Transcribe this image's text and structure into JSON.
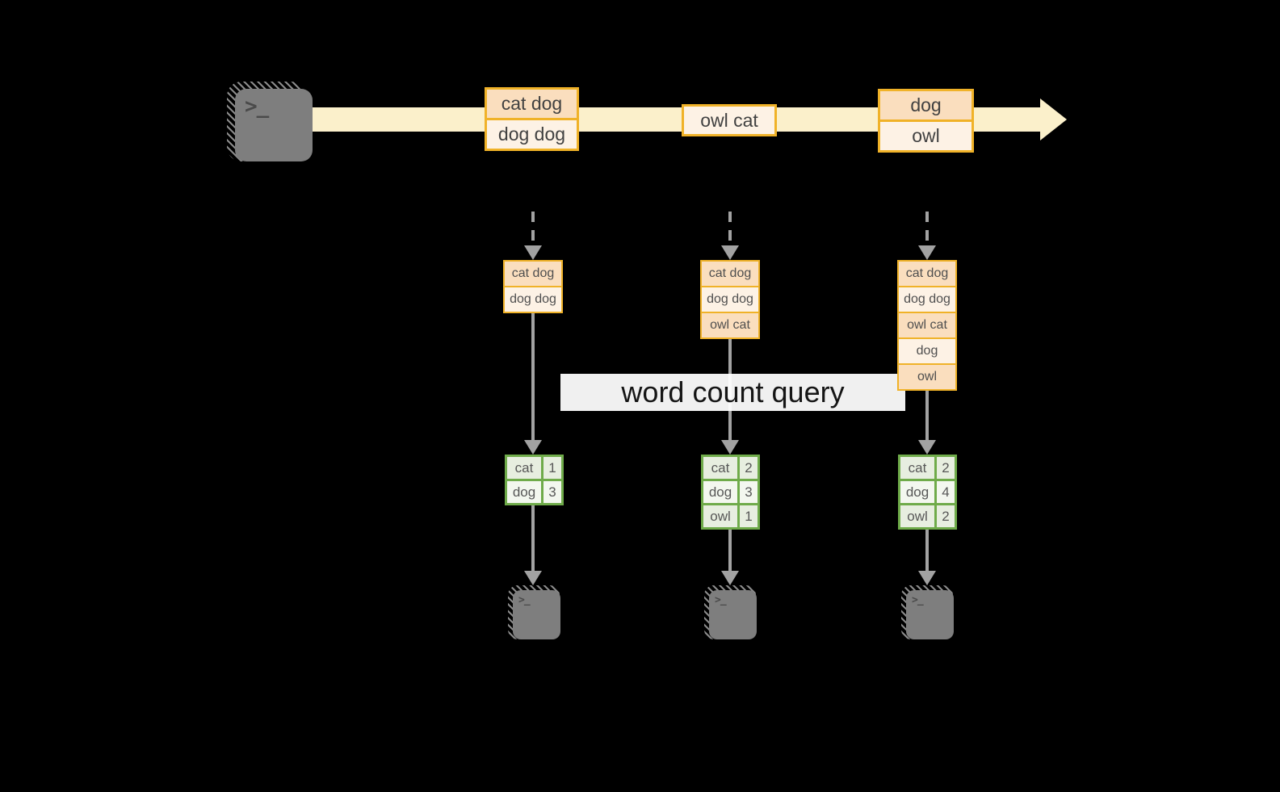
{
  "stream": {
    "source": {
      "icon": "terminal-icon",
      "prompt": ">_"
    },
    "events": [
      {
        "lines": [
          "cat dog",
          "dog dog"
        ]
      },
      {
        "lines": [
          "owl cat"
        ]
      },
      {
        "lines": [
          "dog",
          "owl"
        ]
      }
    ]
  },
  "query_label": "word count query",
  "pipelines": [
    {
      "buffer": [
        "cat dog",
        "dog dog"
      ],
      "counts": [
        {
          "word": "cat",
          "value": "1"
        },
        {
          "word": "dog",
          "value": "3"
        }
      ],
      "sink_prompt": ">_"
    },
    {
      "buffer": [
        "cat dog",
        "dog dog",
        "owl cat"
      ],
      "counts": [
        {
          "word": "cat",
          "value": "2"
        },
        {
          "word": "dog",
          "value": "3"
        },
        {
          "word": "owl",
          "value": "1"
        }
      ],
      "sink_prompt": ">_"
    },
    {
      "buffer": [
        "cat dog",
        "dog dog",
        "owl cat",
        "dog",
        "owl"
      ],
      "counts": [
        {
          "word": "cat",
          "value": "2"
        },
        {
          "word": "dog",
          "value": "4"
        },
        {
          "word": "owl",
          "value": "2"
        }
      ],
      "sink_prompt": ">_"
    }
  ],
  "colors": {
    "background": "#000000",
    "stream_band": "#fbf0cb",
    "event_fill_dark": "#fadebe",
    "event_fill_light": "#fdf2e5",
    "event_border": "#f0b228",
    "table_border_green": "#6fab4a",
    "table_cell_dark": "#e7eee0",
    "table_cell_light": "#f3f7ef",
    "arrow_gray": "#a2a2a2",
    "terminal_gray": "#7e7e7e",
    "label_bg": "#ffffff",
    "label_text": "#151515"
  }
}
